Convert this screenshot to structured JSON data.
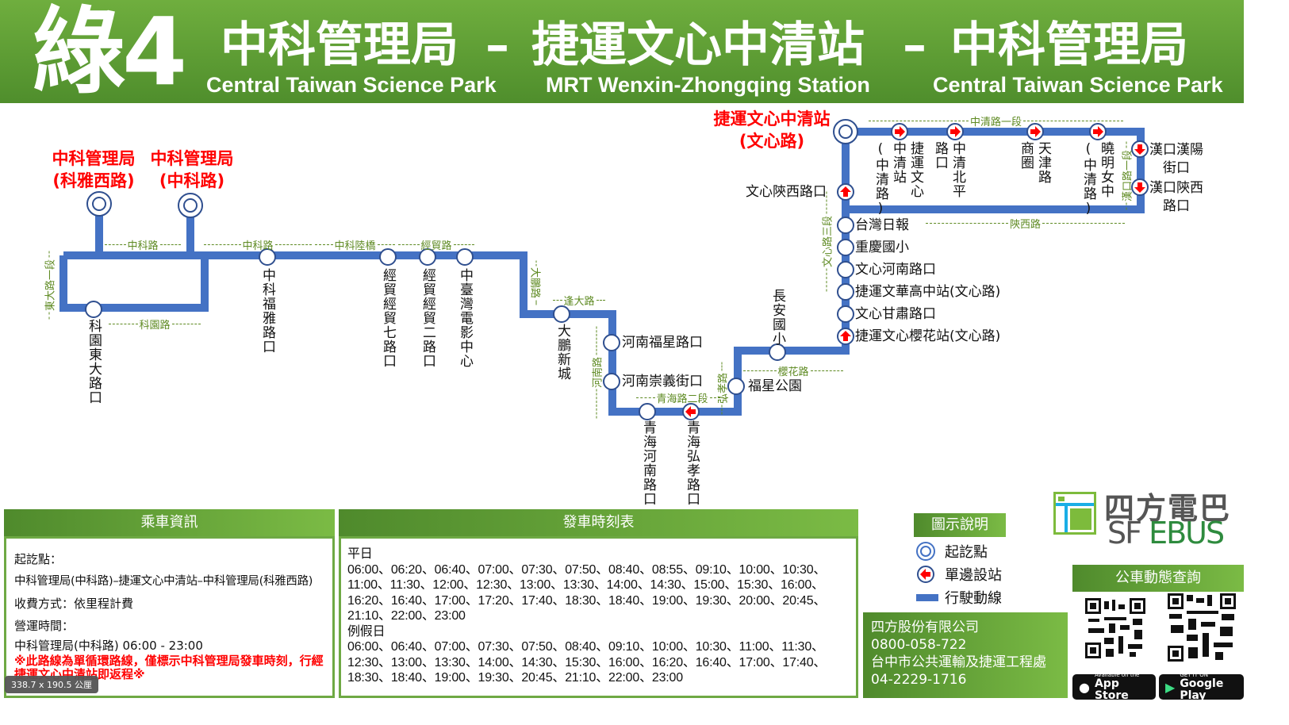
{
  "header": {
    "route_number": "綠4",
    "stops_zh": [
      "中科管理局",
      "捷運文心中清站",
      "中科管理局"
    ],
    "separator": "–",
    "stops_en": [
      "Central Taiwan Science Park",
      "MRT Wenxin-Zhongqing Station",
      "Central Taiwan Science Park"
    ]
  },
  "colors": {
    "route_line": "#4472C4",
    "header_green": "#5E9E36",
    "terminal_red": "#FF0000",
    "road_label": "#5E8A22"
  },
  "terminals": {
    "keya_west": "中科管理局\n(科雅西路)",
    "zhongke": "中科管理局\n(中科路)",
    "wenxin_zhongqing": "捷運文心中清站\n(文心路)"
  },
  "stations": {
    "keyuan_dongda": "科園東大路口",
    "zhongke_fuya": "中科福雅路口",
    "jingmao7": "經貿經貿七路口",
    "jingmao2": "經貿經貿二路口",
    "film_center": "中臺灣電影中心",
    "dapeng": "大鵬新城",
    "henan_fuxing": "河南福星路口",
    "henan_chongyi": "河南崇義街口",
    "qinghai_henan": "青海河南路口",
    "qinghai_hongxiao": "青海弘孝路口",
    "fuxing_park": "福星公園",
    "changan": "長安國小",
    "wenxin_yinghua": "捷運文心櫻花站(文心路)",
    "wenxin_gansu": "文心甘肅路口",
    "wenhua_high": "捷運文華高中站(文心路)",
    "wenxin_henan": "文心河南路口",
    "chongqing": "重慶國小",
    "taiwan_daily": "台灣日報",
    "wenxin_shaanxi": "文心陝西路口",
    "mrt_zhongqing": "捷運文心\n中清站\n(中清路)",
    "zhongqing_beiping": "中清北平\n路口",
    "tianjin": "天津路\n商圈",
    "xiaoming": "曉明女中\n(中清路)",
    "hankou_hanyang": "漢口漢陽\n街口",
    "hankou_shaanxi": "漢口陝西\n路口"
  },
  "roads": {
    "zhongke1": "中科路",
    "zhongke2": "中科路",
    "zhongke_bridge": "中科陸橋",
    "jingmao": "經貿路",
    "keyuan": "科園路",
    "dongda": "東大路一段",
    "dapeng": "大鵬路",
    "fengda": "逢大路",
    "henan": "河南路",
    "qinghai": "青海路二段",
    "hongxiao": "弘孝路",
    "yinghua": "櫻花路",
    "wenxin": "文心路三段",
    "zhongqing": "中清路一段",
    "hankou": "漢口路一段",
    "shaanxi": "陝西路"
  },
  "info": {
    "title": "乘車資訊",
    "start_end_label": "起訖點：",
    "start_end_value": "中科管理局(中科路)–捷運文心中清站–中科管理局(科雅西路)",
    "fare": "收費方式：依里程計費",
    "hours_label": "營運時間：",
    "hours_value": "中科管理局(中科路) 06:00 - 23:00",
    "note": "※此路線為單循環路線，僅標示中科管理局發車時刻，行經捷運文心中清站即返程※"
  },
  "timetable": {
    "title": "發車時刻表",
    "weekday_label": "平日",
    "weekday_lines": [
      "06:00、06:20、06:40、07:00、07:30、07:50、08:40、08:55、09:10、10:00、10:30、",
      "11:00、11:30、12:00、12:30、13:00、13:30、14:00、14:30、15:00、15:30、16:00、",
      "16:20、16:40、17:00、17:20、17:40、18:30、18:40、19:00、19:30、20:00、20:45、",
      "21:10、22:00、23:00"
    ],
    "holiday_label": "例假日",
    "holiday_lines": [
      "06:00、06:40、07:00、07:30、07:50、08:40、09:10、10:00、10:30、11:00、11:30、",
      "12:30、13:00、13:30、14:00、14:30、15:30、16:00、16:20、16:40、17:00、17:40、",
      "18:30、18:40、19:00、19:30、20:45、21:10、22:00、23:00"
    ]
  },
  "legend": {
    "title": "圖示說明",
    "terminal": "起訖點",
    "one_way": "單邊設站",
    "route": "行駛動線"
  },
  "company": {
    "name": "四方股份有限公司",
    "phone": "0800-058-722",
    "authority": "台中市公共運輸及捷運工程處",
    "authority_phone": "04-2229-1716"
  },
  "logo": {
    "zh": "四方電巴",
    "en_sf": "SF ",
    "en_ebus": "EBUS"
  },
  "realtime": {
    "title": "公車動態查詢",
    "appstore_small": "Available on the",
    "appstore": "App Store",
    "gplay_small": "GET IT ON",
    "gplay": "Google Play"
  },
  "viewer_badge": "338.7 x 190.5 公厘"
}
